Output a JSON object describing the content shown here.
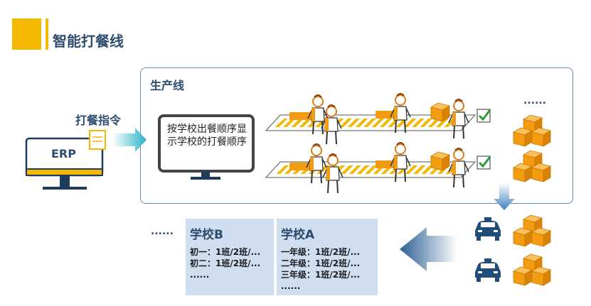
{
  "page": {
    "title": "智能打餐线"
  },
  "production": {
    "label": "生产线",
    "top_dots": "......",
    "monitor_text": "按学校出餐顺序显示学校的打餐顺序"
  },
  "order": {
    "label": "打餐指令"
  },
  "erp": {
    "label": "ERP"
  },
  "schools": {
    "left_dots": "......",
    "b": {
      "title": "学校B",
      "lines": [
        "初一：1班/2班/...",
        "初二：1班/2班/...",
        "......"
      ]
    },
    "a": {
      "title": "学校A",
      "lines": [
        "一年级：1班/2班/...",
        "二年级：1班/2班/...",
        "三年级：1班/2班/...",
        "......"
      ]
    }
  },
  "colors": {
    "accent": "#f5b800",
    "navy": "#2f4d6e",
    "box_orange": "#f39c12",
    "school_bg": "#cfdff0",
    "arrow_blue": "#2c5f95"
  }
}
